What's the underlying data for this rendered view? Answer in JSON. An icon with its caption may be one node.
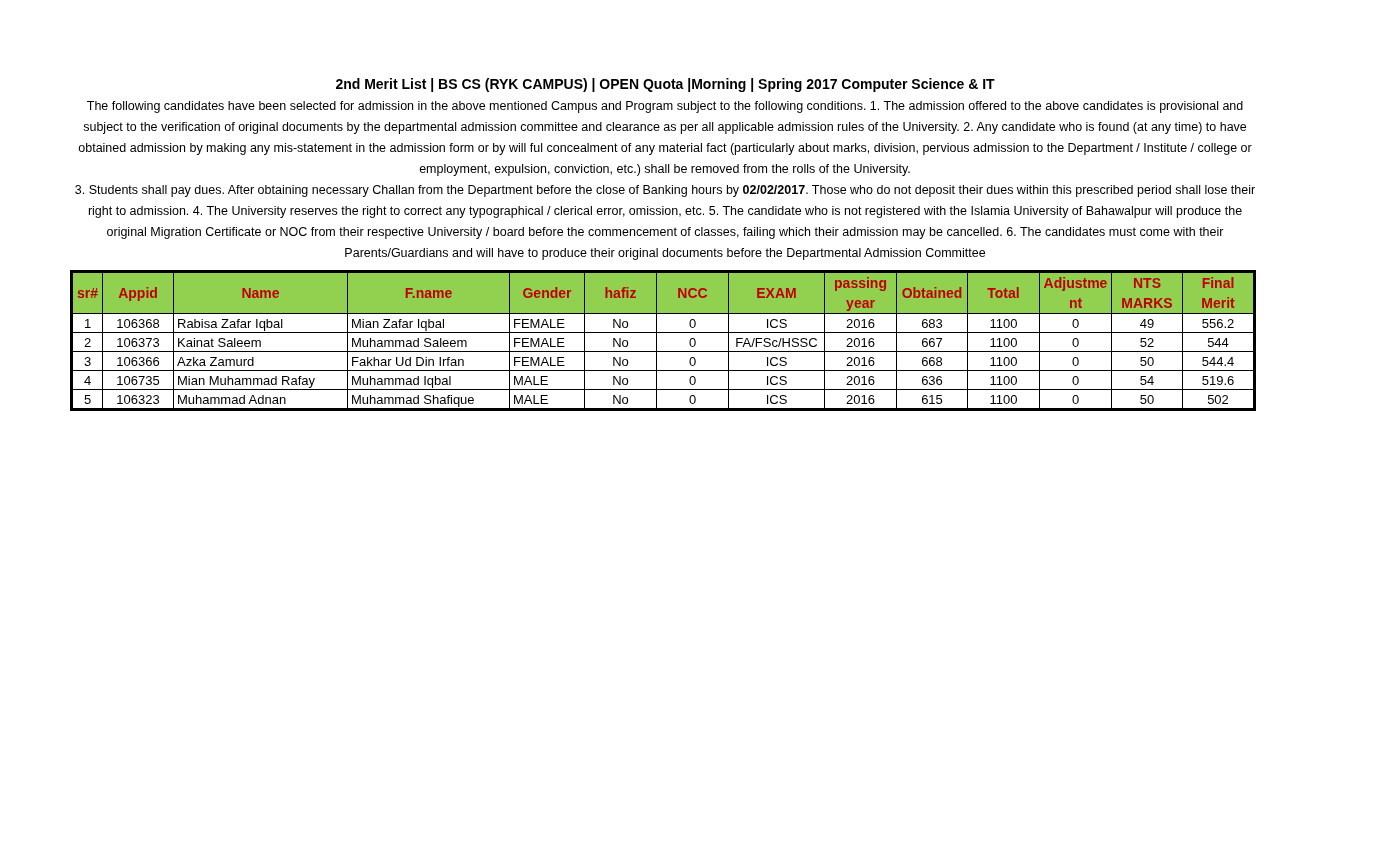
{
  "diagram": {
    "title": "2nd Merit List | BS CS (RYK CAMPUS) | OPEN Quota |Morning | Spring 2017 Computer Science & IT",
    "labels": [
      "The following candidates have been selected for admission in the above mentioned Campus and Program subject to the following conditions. 1. The admission offered to the above candidates is provisional and subject to the verification of original documents by the departmental admission committee and clearance as per all applicable admission rules of the University.  2. Any candidate who is found (at any time) to have obtained admission by making any mis-statement in the admission form or by will ful concealment of any material fact (particularly about marks, division, pervious admission to the Department / Institute / college or employment, expulsion, conviction, etc.) shall be removed from the rolls of the University.",
      "3. Students shall pay dues. After obtaining necessary Challan from the Department before the close of Banking hours by **02/02/2017**. Those who do not deposit their dues within this prescribed period shall lose their right to admission.  4. The University reserves the right to correct any typographical / clerical error, omission, etc. 5. The candidate who is not registered with the Islamia University of Bahawalpur will produce the original Migration Certificate or NOC from their respective University / board before the commencement of classes, failing which their admission may be cancelled.  6. The candidates must come with their Parents/Guardians and will have to produce their original documents before the Departmental Admission Committee",
      "sr#",
      "Appid",
      "Name",
      "F.name",
      "Gender",
      "hafiz",
      "NCC",
      "EXAM",
      "passing year",
      "Obtained",
      "Total",
      "Adjustment",
      "NTS MARKS",
      "Final Merit",
      "1",
      "106368",
      "Rabisa Zafar Iqbal",
      "Mian Zafar Iqbal",
      "FEMALE",
      "No",
      "0",
      "ICS",
      "2016",
      "683",
      "1100",
      "0",
      "49",
      "556.2",
      "2",
      "106373",
      "Kainat Saleem",
      "Muhammad Saleem",
      "FEMALE",
      "No",
      "0",
      "FA/FSc/HSSC",
      "2016",
      "667",
      "1100",
      "0",
      "52",
      "544",
      "3",
      "106366",
      "Azka Zamurd",
      "Fakhar Ud Din Irfan",
      "FEMALE",
      "No",
      "0",
      "ICS",
      "2016",
      "668",
      "1100",
      "0",
      "50",
      "544.4",
      "4",
      "106735",
      "Mian Muhammad Rafay",
      "Muhammad Iqbal",
      "MALE",
      "No",
      "0",
      "ICS",
      "2016",
      "636",
      "1100",
      "0",
      "54",
      "519.6",
      "5",
      "106323",
      "Muhammad Adnan",
      "Muhammad Shafique",
      "MALE",
      "No",
      "0",
      "ICS",
      "2016",
      "615",
      "1100",
      "0",
      "50",
      "502"
    ]
  }
}
